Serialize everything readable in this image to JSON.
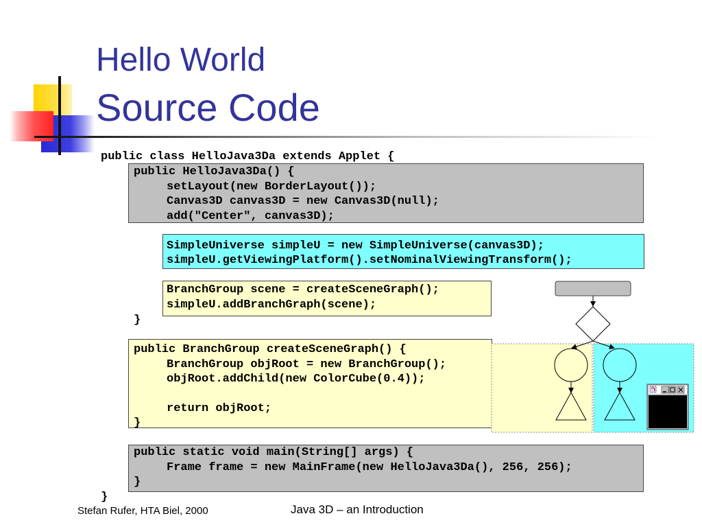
{
  "title": {
    "line1": "Hello World",
    "line2": "Source Code"
  },
  "code": {
    "class_open": "public class HelloJava3Da extends Applet {",
    "ctor_1": "public HelloJava3Da() {",
    "ctor_2": "setLayout(new BorderLayout());",
    "ctor_3": "Canvas3D canvas3D = new Canvas3D(null);",
    "ctor_4": "add(\"Center\", canvas3D);",
    "universe_1": "SimpleUniverse simpleU = new SimpleUniverse(canvas3D);",
    "universe_2": "simpleU.getViewingPlatform().setNominalViewingTransform();",
    "scene_1": "BranchGroup scene = createSceneGraph();",
    "scene_2": "simpleU.addBranchGraph(scene);",
    "ctor_close": "}",
    "graph_1": "public BranchGroup createSceneGraph() {",
    "graph_2": "BranchGroup objRoot = new BranchGroup();",
    "graph_3": "objRoot.addChild(new ColorCube(0.4));",
    "graph_4": "return objRoot;",
    "graph_close": "}",
    "main_1": "public static void main(String[] args) {",
    "main_2": "Frame frame = new MainFrame(new HelloJava3Da(), 256, 256);",
    "main_close": "}",
    "class_close": "}"
  },
  "footer": {
    "author": "Stefan Rufer, HTA Biel, 2000",
    "course": "Java 3D – an Introduction"
  },
  "diagram": {
    "window_icon": "java-applet-window-icon",
    "window_buttons": [
      "minimize-icon",
      "maximize-icon",
      "close-icon"
    ],
    "colors": {
      "yellow_region": "#ffffcc",
      "cyan_region": "#80ffff",
      "locale_box": "#c0c0c0",
      "canvas": "#000000"
    }
  },
  "colors": {
    "title": "#33349a",
    "gray_box": "#c0c0c0",
    "cyan_box": "#80ffff",
    "yellow_box": "#ffffcc"
  }
}
